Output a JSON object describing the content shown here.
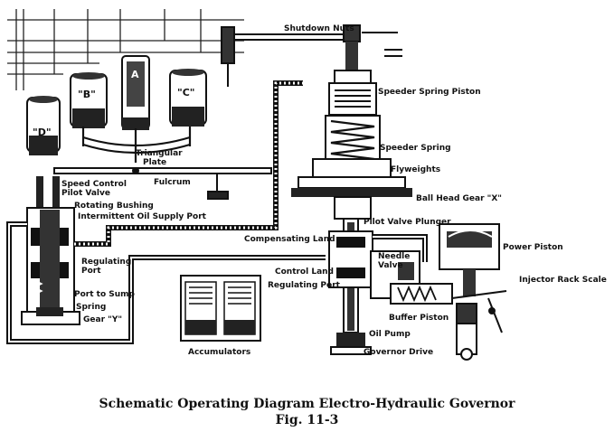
{
  "diagram": {
    "labels": {
      "shutdown_nuts": "Shutdown Nuts",
      "speeder_spring_piston": "Speeder Spring Piston",
      "speeder_spring": "Speeder Spring",
      "flyweights": "Flyweights",
      "ball_head_gear": "Ball Head Gear \"X\"",
      "pilot_valve_plunger": "Pilot Valve Plunger",
      "compensating_land": "Compensating Land",
      "needle_valve_1": "Needle",
      "needle_valve_2": "Valve",
      "power_piston": "Power Piston",
      "injector_rack_scale": "Injector Rack Scale",
      "control_land": "Control Land",
      "regulating_port_right": "Regulating Port",
      "buffer_piston": "Buffer Piston",
      "oil_pump": "Oil Pump",
      "governor_drive": "Governor Drive",
      "accumulators": "Accumulators",
      "speed_control_pilot_valve_1": "Speed Control",
      "speed_control_pilot_valve_2": "Pilot Valve",
      "rotating_bushing": "Rotating Bushing",
      "intermittent_oil_supply_port": "Intermittent Oil Supply Port",
      "regulating_port_left_1": "Regulating",
      "regulating_port_left_2": "Port",
      "port_to_sump": "Port to Sump",
      "spring": "Spring",
      "gear_y": "Gear \"Y\"",
      "fulcrum": "Fulcrum",
      "triangular_plate_1": "Triangular",
      "triangular_plate_2": "Plate",
      "solenoid_a": "A",
      "solenoid_b": "\"B\"",
      "solenoid_c": "\"C\"",
      "solenoid_d": "\"D\""
    }
  },
  "caption": {
    "title": "Schematic Operating Diagram Electro-Hydraulic Governor",
    "figure": "Fig. 11-3"
  }
}
